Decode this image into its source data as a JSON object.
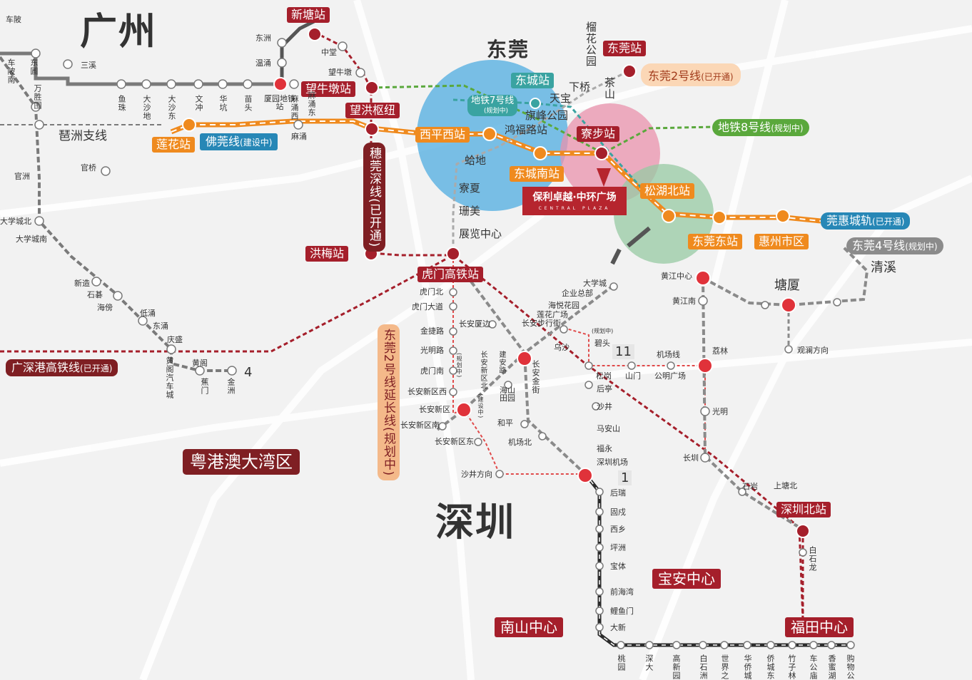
{
  "cities": {
    "guangzhou": "广州",
    "dongguan": "东莞",
    "shenzhen": "深圳"
  },
  "region_label": "粤港澳大湾区",
  "central_plaza": {
    "name": "保利卓越·中环广场",
    "sub": "CENTRAL PLAZA"
  },
  "line_tags": {
    "fodong": {
      "name": "佛莞线",
      "status": "(建设中)"
    },
    "metro7": {
      "name": "地铁7号线",
      "status": "(规划中)"
    },
    "metro8": {
      "name": "地铁8号线",
      "status": "(规划中)"
    },
    "dg2": {
      "name": "东莞2号线",
      "status": "(已开通)"
    },
    "dg4": {
      "name": "东莞4号线",
      "status": "(规划中)"
    },
    "guanhui": {
      "name": "莞惠城轨",
      "status": "(已开通)"
    },
    "gsh": {
      "name": "广深港高铁线",
      "status": "(已开通)"
    },
    "suishen": "穗莞深线(已开通)",
    "dg2ext": "东莞2号线延长线(规划中)",
    "pizhou": "琶洲支线"
  },
  "hub_labels": {
    "xintang": "新塘站",
    "dongguan_station": "东莞站",
    "wangniudun": "望牛墩站",
    "wanghong": "望洪枢纽",
    "lianhua": "莲花站",
    "dongcheng": "东城站",
    "xipingxi": "西平西站",
    "liaobu": "寮步站",
    "dongchengnan": "东城南站",
    "songhubei": "松湖北站",
    "dongguandong": "东莞东站",
    "huizhoushiqu": "惠州市区",
    "hongmei": "洪梅站",
    "humen": "虎门高铁站",
    "shenzhenbei": "深圳北站",
    "baoan": "宝安中心",
    "nanshan": "南山中心",
    "futian": "福田中心"
  },
  "area_labels": {
    "tianbao": "天宝",
    "xiaqiao": "下桥",
    "chashan": "茶山",
    "liuhuagongyuan": "榴花公园",
    "qifenggongyuan": "旗峰公园",
    "hongfulu": "鸿福路站",
    "gedi": "蛤地",
    "liaoxia": "寮夏",
    "shanmei": "珊美",
    "zhanlanzhongxin": "展览中心",
    "tangxia": "塘厦",
    "qingxi": "清溪"
  },
  "station_labels": {
    "chebei": "车陂",
    "chebeinan": "车陂南",
    "dongpu": "东圃",
    "wanshengwei": "万胜围",
    "sanxi": "三溪",
    "yuzhu": "鱼珠",
    "dashadi": "大沙地",
    "dashadong": "大沙东",
    "wenchong": "文冲",
    "huakeng": "华坑",
    "miaotou": "苗头",
    "xiayuan": "厦园地铁站",
    "mayongxi": "麻涌西",
    "mayongdong": "麻涌东",
    "mayong": "麻涌",
    "dongzhou": "东洲",
    "wenyong": "温涌",
    "zhongtang": "中堂",
    "wangniudun_s": "望牛墩",
    "guanzhou": "官洲",
    "guanqiao": "官桥",
    "daxuechengbei": "大学城北",
    "daxuechengnan": "大学城南",
    "xinzao": "新造",
    "shiqi": "石碁",
    "haibang": "海傍",
    "diyong": "低涌",
    "dongyong": "东涌",
    "qingsheng": "庆盛",
    "huangge": "黄阁",
    "huanggeqichecheng": "黄阁汽车城",
    "jiaomen": "蕉门",
    "jinzhou": "金洲",
    "humenbei": "虎门北",
    "humendadao": "虎门大道",
    "jinjielu": "金捷路",
    "guangminglu": "光明路",
    "humennan": "虎门南",
    "changanxinquxi": "长安新区西",
    "changanxinqu": "长安新区",
    "changanxinqunan": "长安新区南",
    "changanxinqudong": "长安新区东",
    "shajingfangxiang": "沙井方向",
    "changanxiabian": "长安厦边",
    "changanxinqubei": "长安新区北",
    "jianan": "建安路",
    "haishantianyuan": "海山田园",
    "changanjinjie": "长安金街",
    "heping": "和平",
    "jichangbei": "机场北",
    "daxuecheng": "大学城",
    "qiyezongbu": "企业总部",
    "haiyuehuayuan": "海悦花园",
    "lianhuaguangchang": "莲花广场",
    "changanbuxingjie": "长安步行街",
    "wusha": "乌沙",
    "bitou": "碧头",
    "songgang": "松岗",
    "shanmen": "山门",
    "gongmingguangchang": "公明广场",
    "jichangxian": "机场线",
    "houting": "后亭",
    "shajing": "沙井",
    "maanshan": "马安山",
    "fuyong": "福永",
    "shenzhenjichang": "深圳机场",
    "huangjiangzhongxin": "黄江中心",
    "huangjiangnan": "黄江南",
    "songlin": "荔林",
    "guangming": "光明",
    "changxun": "长圳",
    "shiyan": "石岩",
    "shangtangbei": "上塘北",
    "guanlanfangxiang": "观澜方向",
    "baishilong": "白石龙",
    "hourui": "后瑞",
    "gushu": "固戍",
    "xixiang": "西乡",
    "pingzhou": "坪洲",
    "baoti": "宝体",
    "qianhaiwan": "前海湾",
    "liyumen": "鲤鱼门",
    "daxin": "大新",
    "taoyuan": "桃园",
    "shenda": "深大",
    "gaoxinyuan": "高新园",
    "baishizhou": "白石洲",
    "shijiezhichuang": "世界之窗",
    "huaqiaocheng": "华侨城",
    "qiaochengdong": "侨城东",
    "zhuzilin": "竹子林",
    "chegongmiao": "车公庙",
    "xiangmihu": "香蜜湖",
    "gouwugongyuan": "购物公园",
    "guihuazhong": "(规划中)",
    "jianshezhong": "(建设中)"
  },
  "line_numbers": {
    "l4": "4",
    "l11": "11",
    "l1": "1"
  },
  "colors": {
    "line1": "#2b2b2b",
    "line4": "#8a8a8a",
    "line13": "#8a8a8a",
    "line11": "#e13b3b",
    "foguan": "#ef8a1e",
    "metro8": "#5aa83c",
    "metro7": "#3aa3a1",
    "hsr": "#a51f2b",
    "dg2ext": "#e04a4a",
    "circle_blue": "#63b5e3",
    "circle_pink": "#e991ac",
    "circle_green": "#97c9a3"
  }
}
